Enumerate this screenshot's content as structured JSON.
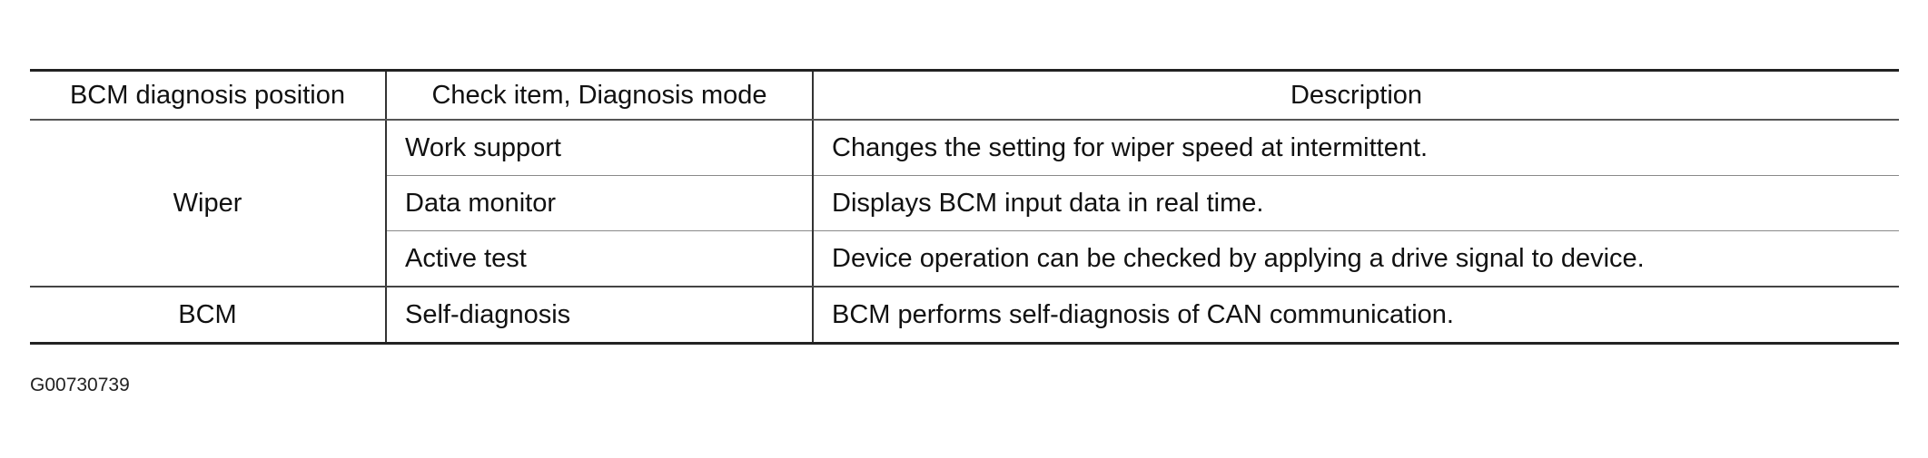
{
  "table": {
    "headers": {
      "position": "BCM diagnosis position",
      "check_item": "Check item, Diagnosis mode",
      "description": "Description"
    },
    "groups": [
      {
        "position": "Wiper",
        "rows": [
          {
            "check_item": "Work support",
            "description": "Changes the setting for wiper speed at intermittent."
          },
          {
            "check_item": "Data monitor",
            "description": "Displays BCM input data in real time."
          },
          {
            "check_item": "Active test",
            "description": "Device operation can be checked by applying a drive signal to device."
          }
        ]
      },
      {
        "position": "BCM",
        "rows": [
          {
            "check_item": "Self-diagnosis",
            "description": "BCM performs self-diagnosis of  CAN communication."
          }
        ]
      }
    ]
  },
  "figure_id": "G00730739"
}
